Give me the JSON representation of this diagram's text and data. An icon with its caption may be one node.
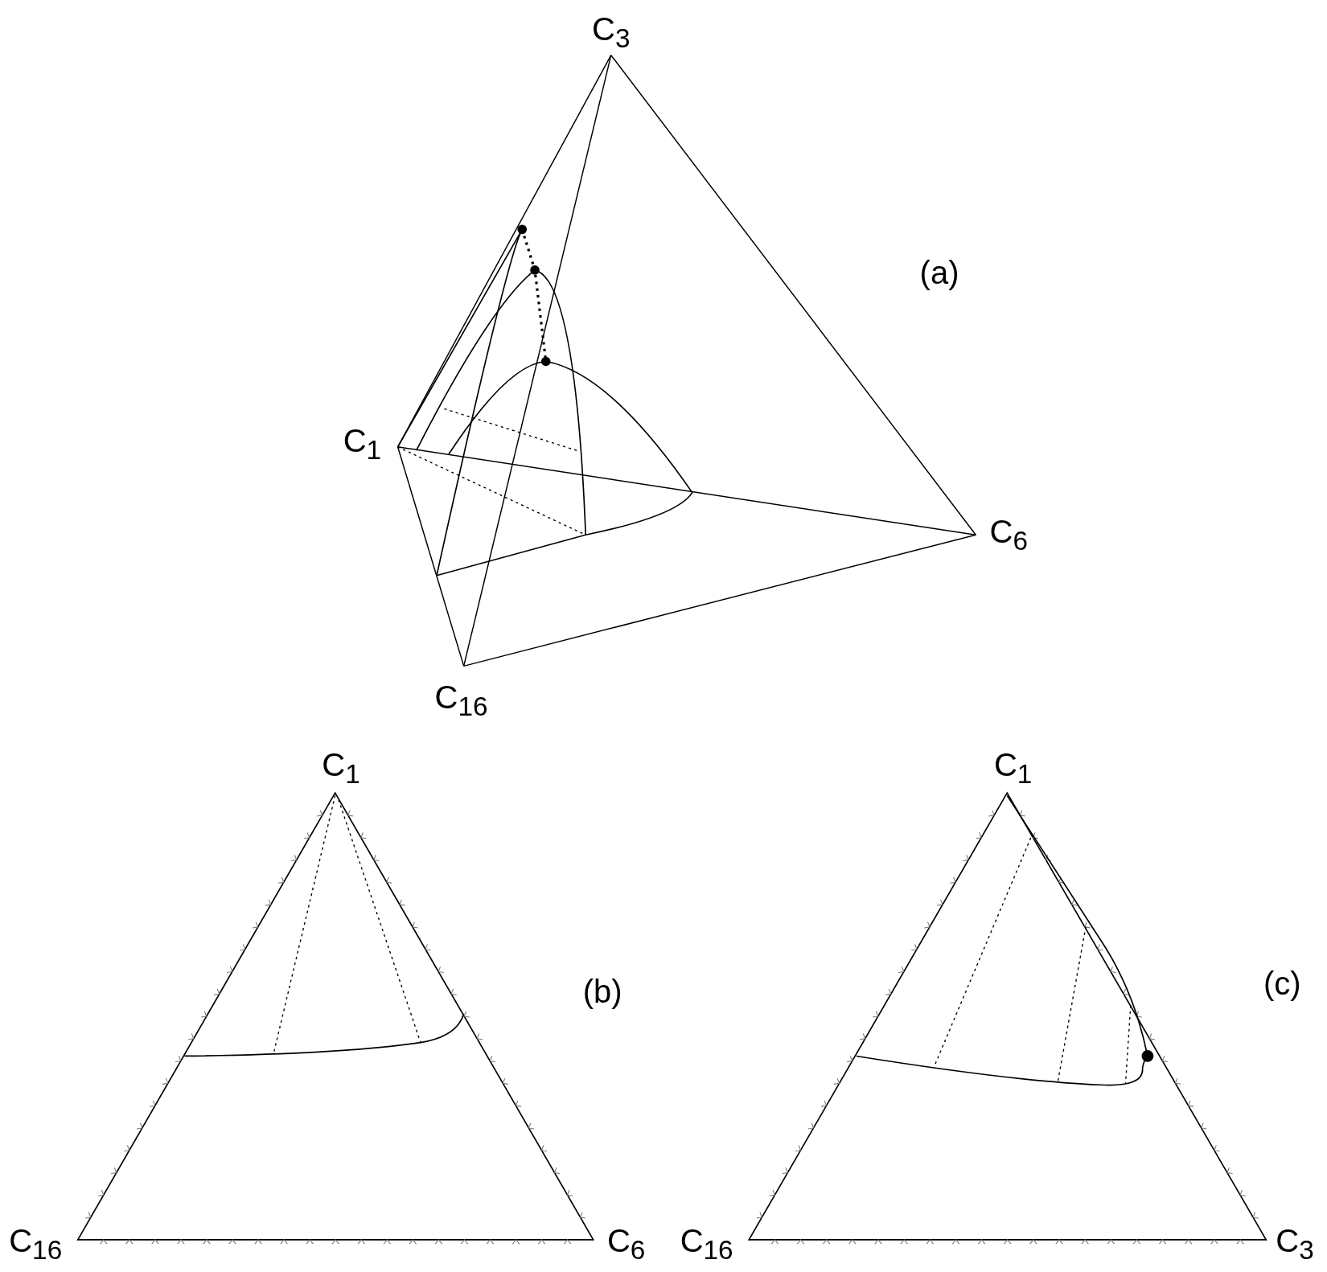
{
  "diagram": {
    "labels": [
      "C$_{3}$",
      "(a)",
      "C$_{1}$",
      "C$_{6}$",
      "C$_{16}$",
      "C$_{1}$",
      "C$_{1}$",
      "(b)",
      "(c)",
      "C$_{16}$",
      "C$_{6}$",
      "C$_{16}$",
      "C$_{3}$"
    ]
  }
}
